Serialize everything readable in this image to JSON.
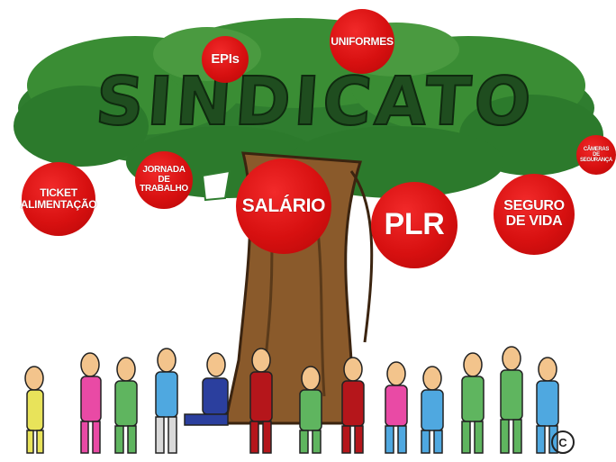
{
  "scene": {
    "banner_text": "SINDICATO",
    "benefits": {
      "epis": "EPIs",
      "uniformes": "UNIFORMES",
      "cameras": [
        "CÂMERAS",
        "DE",
        "SEGURANÇA"
      ],
      "jornada": [
        "JORNADA",
        "DE TRABALHO"
      ],
      "salario": "SALÁRIO",
      "ticket": [
        "TICKET",
        "ALIMENTAÇÃO"
      ],
      "plr": "PLR",
      "seguro": [
        "SEGURO",
        "DE VIDA"
      ]
    },
    "signature": "C"
  },
  "colors": {
    "badge_red": "#d71010",
    "foliage_green": "#2f7d2f",
    "trunk_brown": "#8a5a2b",
    "banner_text": "#1f4d1f"
  }
}
